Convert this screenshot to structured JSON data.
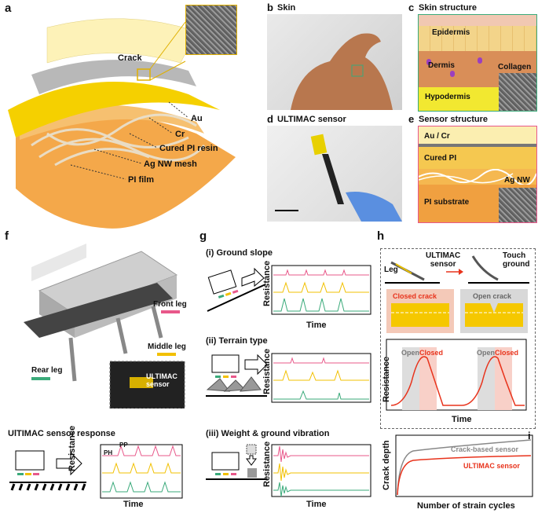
{
  "panels": {
    "a": {
      "letter": "a",
      "labels": {
        "crack": "Crack",
        "au": "Au",
        "cr": "Cr",
        "cured": "Cured PI resin",
        "agnw": "Ag NW mesh",
        "pi": "PI film"
      }
    },
    "b": {
      "letter": "b",
      "title": "Skin"
    },
    "c": {
      "letter": "c",
      "title": "Skin structure",
      "labels": {
        "epidermis": "Epidermis",
        "dermis": "Dermis",
        "collagen": "Collagen",
        "hypodermis": "Hypodermis"
      }
    },
    "d": {
      "letter": "d",
      "title": "ULTIMAC sensor"
    },
    "e": {
      "letter": "e",
      "title": "Sensor structure",
      "labels": {
        "aucr": "Au / Cr",
        "cured": "Cured PI",
        "agnw": "Ag NW",
        "substrate": "PI substrate"
      }
    },
    "f": {
      "letter": "f",
      "labels": {
        "front": "Front leg",
        "middle": "Middle leg",
        "rear": "Rear leg",
        "sensor": "ULTIMAC\nsensor"
      },
      "response_title": "UlTIMAC sensor response",
      "ph": "PH",
      "pp": "PP",
      "ylabel": "Resistance",
      "xlabel": "Time"
    },
    "g": {
      "letter": "g",
      "sub1": "(i) Ground slope",
      "sub2": "(ii) Terrain type",
      "sub3": "(iii) Weight & ground vibration",
      "ylabel": "Resistance",
      "xlabel": "Time"
    },
    "h": {
      "letter": "h",
      "leg": "Leg",
      "sensor": "ULTIMAC\nsensor",
      "touch": "Touch\nground",
      "closed_crack": "Closed crack",
      "open_crack": "Open crack",
      "open": "Open",
      "closed": "Closed",
      "ylabel": "Resistance",
      "xlabel": "Time"
    },
    "i": {
      "letter": "i",
      "ylabel": "Crack depth",
      "xlabel": "Number of strain cycles"
    }
  },
  "chart_data": {
    "type": "line",
    "xlabel": "Number of strain cycles",
    "ylabel": "Crack depth",
    "series": [
      {
        "name": "Crack-based sensor",
        "color": "#888888"
      },
      {
        "name": "ULTIMAC sensor",
        "color": "#e8331c"
      }
    ]
  },
  "colors": {
    "pink": "#e8588a",
    "yellow": "#f2c000",
    "green": "#3aaa7a",
    "red": "#e8331c",
    "gray": "#888888"
  }
}
